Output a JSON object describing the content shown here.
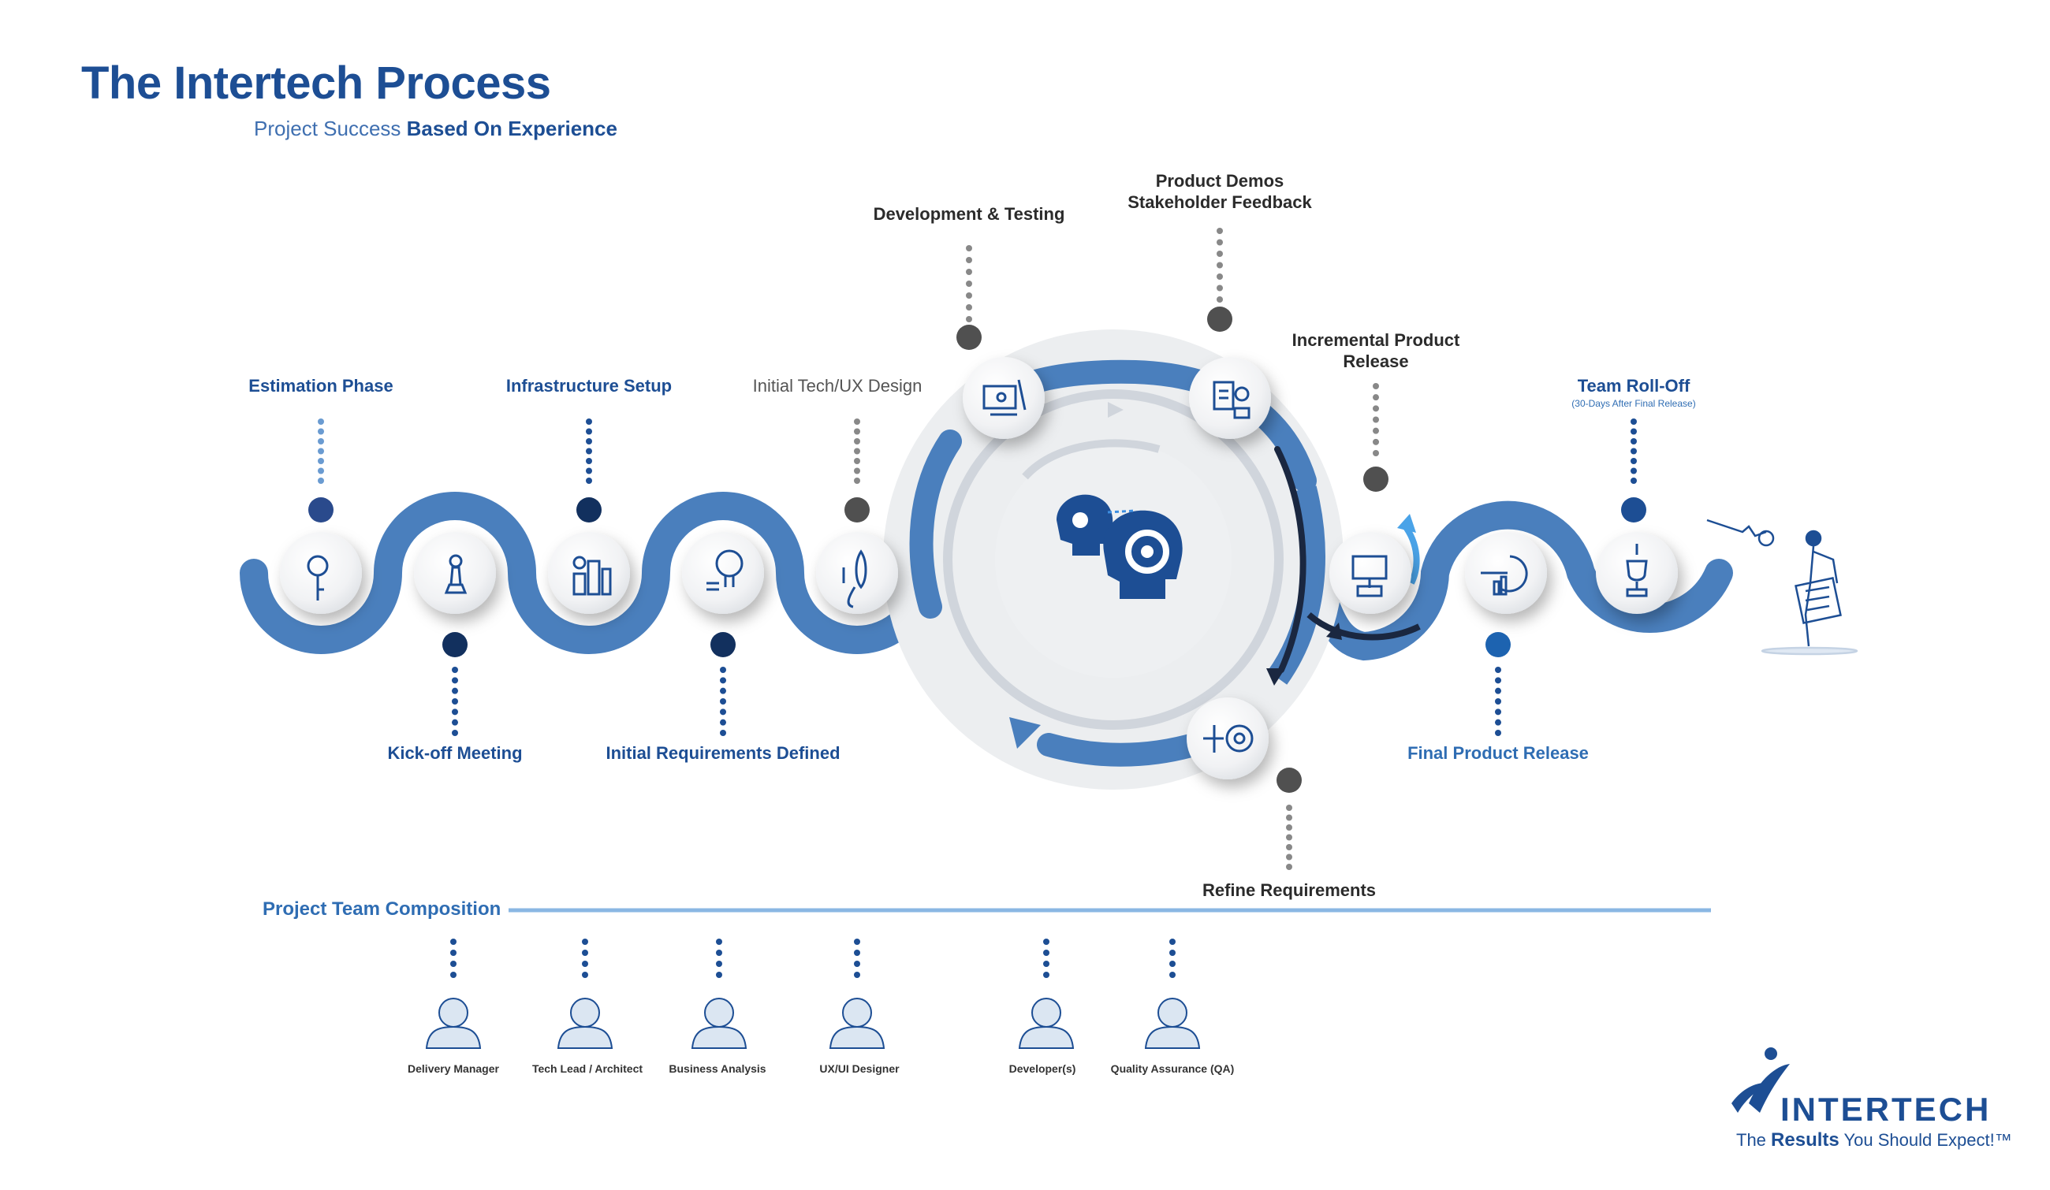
{
  "header": {
    "title": "The Intertech Process",
    "subtitle_light": "Project Success",
    "subtitle_bold": "Based On Experience"
  },
  "steps": {
    "estimation": "Estimation Phase",
    "kickoff": "Kick-off Meeting",
    "infrastructure": "Infrastructure Setup",
    "requirements": "Initial Requirements Defined",
    "tech_design": "Initial Tech/UX Design",
    "dev_testing": "Development & Testing",
    "demos_line1": "Product Demos",
    "demos_line2": "Stakeholder Feedback",
    "incremental_line1": "Incremental Product",
    "incremental_line2": "Release",
    "refine": "Refine Requirements",
    "final_release": "Final Product Release",
    "rolloff": "Team Roll-Off",
    "rolloff_note": "(30-Days After Final Release)"
  },
  "team": {
    "title": "Project Team Composition",
    "roles": [
      "Delivery Manager",
      "Tech Lead / Architect",
      "Business Analysis",
      "UX/UI Designer",
      "Developer(s)",
      "Quality Assurance (QA)"
    ]
  },
  "brand": {
    "name": "INTERTECH",
    "tagline_pre": "The",
    "tagline_bold": "Results",
    "tagline_post": "You Should Expect!™"
  },
  "colors": {
    "primary": "#1d4e94",
    "wave": "#4a7fbd",
    "light_gray": "#eceef0",
    "dot_gray": "#555555"
  },
  "icons": [
    "key-icon",
    "chess-icon",
    "buildings-icon",
    "brain-lightbulb-icon",
    "rocket-icon",
    "blueprint-icon",
    "presentation-icon",
    "monitor-release-icon",
    "gears-icon",
    "target-chart-icon",
    "trophy-icon",
    "head-gears-icon"
  ]
}
